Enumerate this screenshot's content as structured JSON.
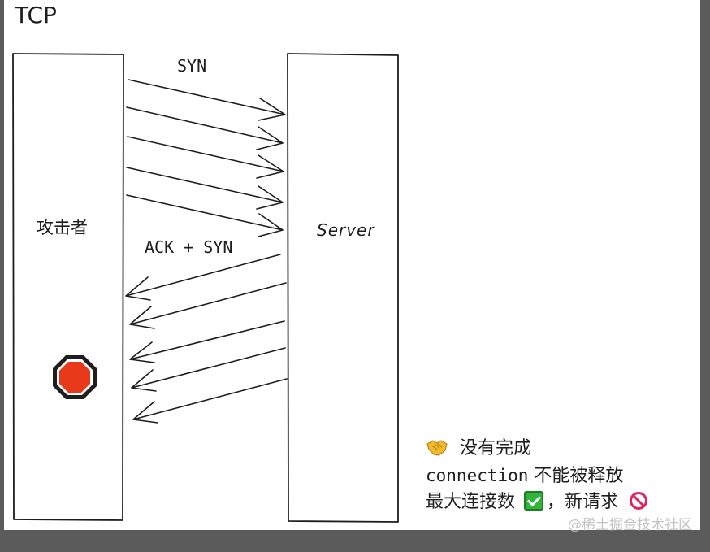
{
  "title": "TCP",
  "attacker": {
    "label": "攻击者"
  },
  "server": {
    "label": "Server"
  },
  "arrows": {
    "syn_label": "SYN",
    "ack_syn_label": "ACK + SYN"
  },
  "notes": {
    "line1": "没有完成",
    "line2_code": "connection",
    "line2_text": " 不能被释放",
    "line3_prefix": "最大连接数",
    "line3_middle": "，新请求"
  },
  "watermark": "@稀土掘金技术社区",
  "colors": {
    "stroke": "#1e1e1e",
    "stop_fill": "#e8391a",
    "check_fill": "#2fb53a",
    "no_entry": "#e0245e",
    "handshake": "#f3b92a"
  },
  "icons": {
    "stop": "octagonal-sign-icon",
    "handshake": "handshake-icon",
    "check": "check-mark-button-icon",
    "no_entry": "prohibited-icon"
  }
}
